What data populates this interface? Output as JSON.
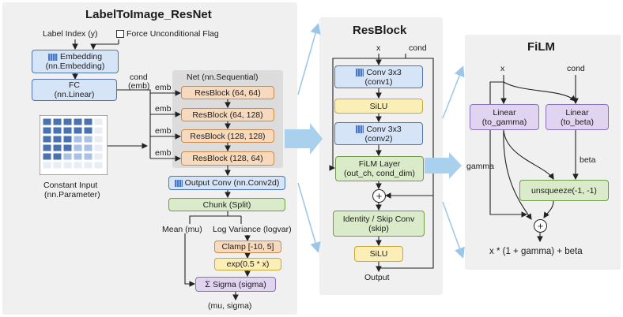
{
  "panel1": {
    "title": "LabelToImage_ResNet",
    "label_index": "Label Index (y)",
    "force_flag": "Force Unconditional Flag",
    "embedding": [
      "Embedding",
      "(nn.Embedding)"
    ],
    "fc": [
      "FC",
      "(nn.Linear)"
    ],
    "cond_emb": [
      "cond",
      "(emb)"
    ],
    "net_title": "Net (nn.Sequential)",
    "emb": "emb",
    "resblocks": [
      "ResBlock (64, 64)",
      "ResBlock (64, 128)",
      "ResBlock (128, 128)",
      "ResBlock (128, 64)"
    ],
    "constant_input": [
      "Constant Input",
      "(nn.Parameter)"
    ],
    "output_conv": "Output Conv (nn.Conv2d)",
    "chunk": "Chunk (Split)",
    "mean": "Mean (mu)",
    "logvar": "Log Variance (logvar)",
    "clamp": "Clamp [-10, 5]",
    "exp": "exp(0.5 * x)",
    "sigma": "Sigma (sigma)",
    "output": "(mu, sigma)"
  },
  "panel2": {
    "title": "ResBlock",
    "x": "x",
    "cond": "cond",
    "conv1": [
      "Conv 3x3",
      "(conv1)"
    ],
    "silu": "SiLU",
    "conv2": [
      "Conv 3x3",
      "(conv2)"
    ],
    "film": [
      "FiLM Layer",
      "(out_ch, cond_dim)"
    ],
    "plus": "+",
    "skip": [
      "Identity / Skip Conv",
      "(skip)"
    ],
    "silu2": "SiLU",
    "output": "Output"
  },
  "panel3": {
    "title": "FiLM",
    "x": "x",
    "cond": "cond",
    "gamma_box": [
      "Linear",
      "(to_gamma)"
    ],
    "beta_box": [
      "Linear",
      "(to_beta)"
    ],
    "gamma": "gamma",
    "beta": "beta",
    "unsqueeze": "unsqueeze(-1, -1)",
    "plus": "+",
    "formula": "x * (1 + gamma) + beta"
  },
  "icons": [
    "grid-icon",
    "sigma-icon",
    "checkbox-icon",
    "arrow-icon"
  ]
}
